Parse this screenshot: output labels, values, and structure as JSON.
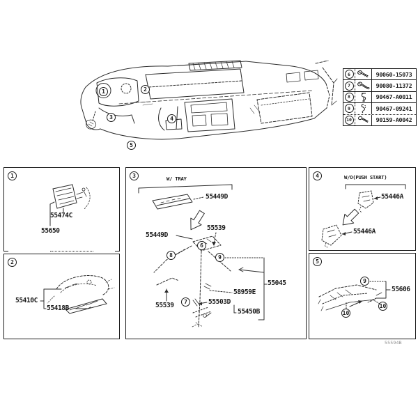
{
  "footer": {
    "code": "55594B"
  },
  "fastener_table": {
    "rows": [
      {
        "id": "6",
        "icon": "screw-icon",
        "part": "90060-15073"
      },
      {
        "id": "7",
        "icon": "screw-icon",
        "part": "90080-11372"
      },
      {
        "id": "8",
        "icon": "clip-icon",
        "part": "90467-A0011"
      },
      {
        "id": "9",
        "icon": "clip-icon",
        "part": "90467-09241"
      },
      {
        "id": "10",
        "icon": "screw-icon",
        "part": "90159-A0042"
      }
    ]
  },
  "main_diagram": {
    "callouts": {
      "c1": "1",
      "c2": "2",
      "c3": "3",
      "c4": "4",
      "c5": "5"
    }
  },
  "boxes": {
    "box1": {
      "num": "1",
      "part_a": "55474C",
      "part_b": "55650"
    },
    "box2": {
      "num": "2",
      "part_a": "55410C",
      "part_b": "55418B"
    },
    "box3": {
      "num": "3",
      "variant_note": "W/ TRAY",
      "part_tray_upper": "55449D",
      "part_tray_lower": "55449D",
      "part_clip_upper": "55539",
      "part_clip_lower": "55539",
      "part_panel_assy": "55045",
      "part_clip_e": "58959E",
      "part_bracket": "55503D",
      "part_cover": "55450B",
      "callouts": {
        "c6": "6",
        "c7": "7",
        "c8": "8",
        "c9": "9"
      }
    },
    "box4": {
      "num": "4",
      "variant_note": "W/O(PUSH START)",
      "part_a": "55446A",
      "part_b": "55446A"
    },
    "box5": {
      "num": "5",
      "part_a": "55606",
      "callouts": {
        "c9": "9",
        "c10a": "10",
        "c10b": "10"
      }
    }
  }
}
